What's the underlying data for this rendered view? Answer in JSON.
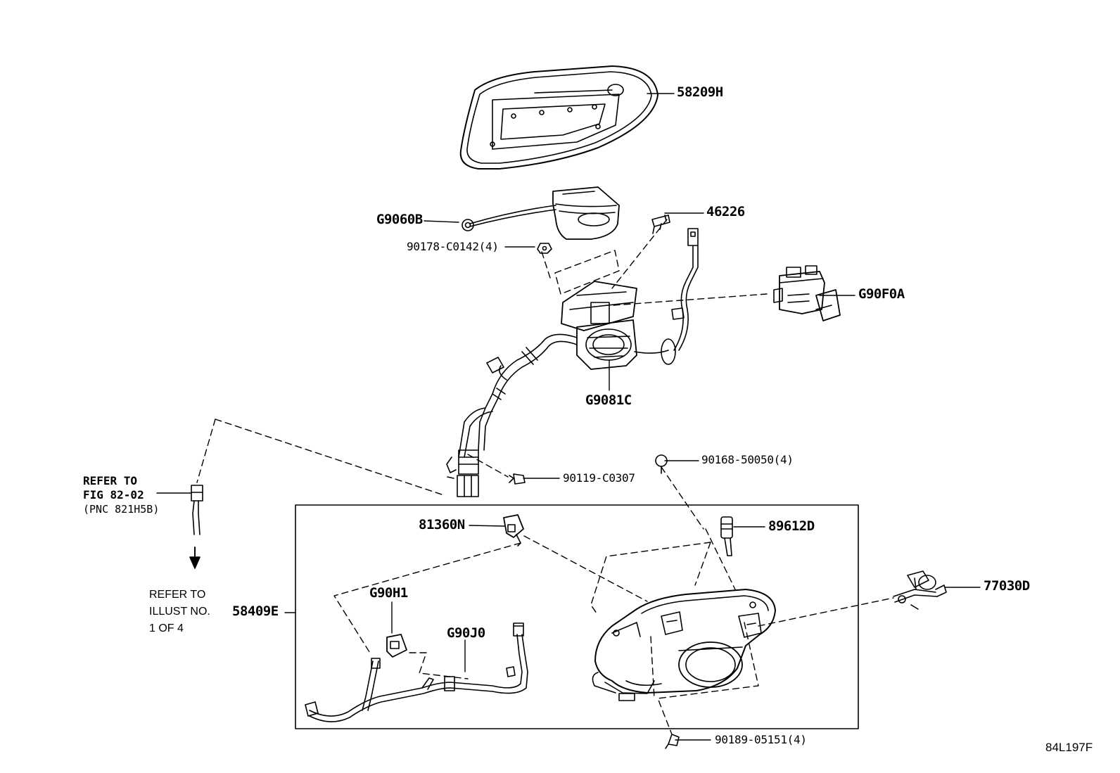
{
  "labels": {
    "p58209H": "58209H",
    "pG9060B": "G9060B",
    "p46226": "46226",
    "p90178": "90178-C0142(4)",
    "pG90F0A": "G90F0A",
    "pG9081C": "G9081C",
    "p90168": "90168-50050(4)",
    "p90119": "90119-C0307",
    "p81360N": "81360N",
    "p89612D": "89612D",
    "p77030D": "77030D",
    "pG90H1": "G90H1",
    "pG90J0": "G90J0",
    "p58409E": "58409E",
    "p90189": "90189-05151(4)"
  },
  "refer_fig": {
    "line1": "REFER TO",
    "line2": "FIG 82-02",
    "line3": "(PNC 821H5B)"
  },
  "refer_illust": {
    "line1": "REFER TO",
    "line2": "ILLUST NO.",
    "line3": "1 OF 4"
  },
  "illustration_code": "84L197F"
}
